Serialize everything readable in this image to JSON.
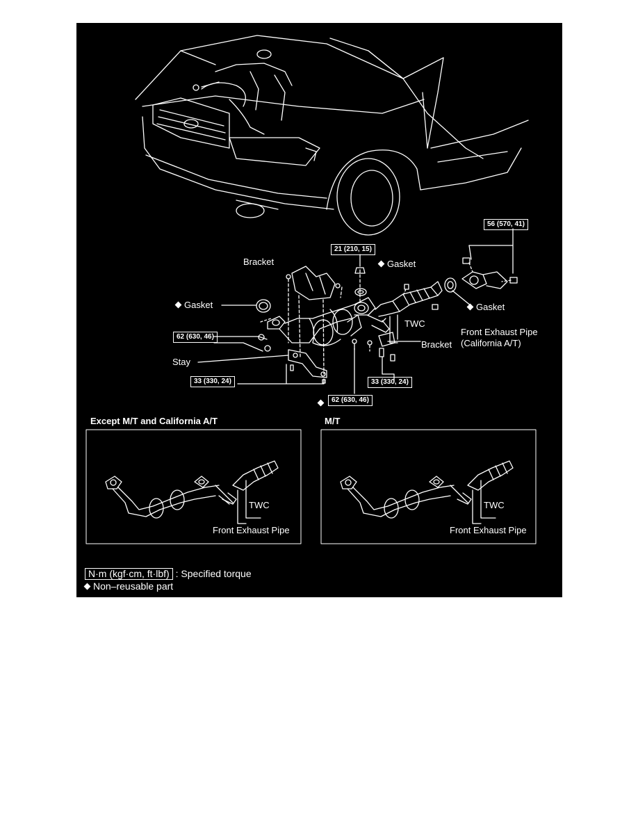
{
  "labels": {
    "bracket_top": "Bracket",
    "gasket_upper": "Gasket",
    "gasket_left": "Gasket",
    "gasket_right": "Gasket",
    "stay": "Stay",
    "twc_main": "TWC",
    "front_pipe_main": "Front Exhaust Pipe",
    "front_pipe_main_sub": "(California A/T)",
    "bracket_lower": "Bracket",
    "twc_except": "TWC",
    "front_pipe_except": "Front Exhaust Pipe",
    "twc_mt": "TWC",
    "front_pipe_mt": "Front Exhaust Pipe"
  },
  "torques": {
    "t56": "56 (570, 41)",
    "t21": "21 (210, 15)",
    "t62_left": "62 (630, 46)",
    "t33_left": "33 (330, 24)",
    "t33_right": "33 (330, 24)",
    "t62_bottom": "62 (630, 46)"
  },
  "insets": {
    "except_title": "Except M/T and California A/T",
    "mt_title": "M/T"
  },
  "legend": {
    "torque_unit": "N·m (kgf·cm, ft·lbf)",
    "torque_desc": ": Specified torque",
    "nonreusable": "Non–reusable part"
  }
}
